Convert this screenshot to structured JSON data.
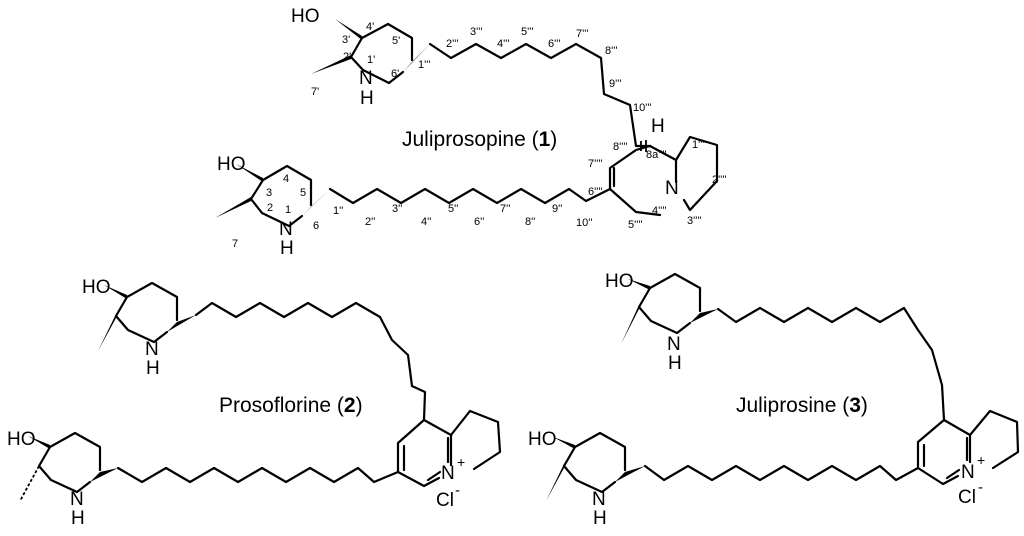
{
  "compounds": [
    {
      "id": "c1",
      "title_prefix": "Juliprosopine (",
      "title_number": "1",
      "title_suffix": ")",
      "atoms": {
        "ho_top": "HO",
        "n_top": "N",
        "h_top": "H",
        "ho_bottom": "HO",
        "n_bottom": "N",
        "h_bottom": "H",
        "n_indolizidine": "N",
        "h_8a": "H"
      },
      "locants_top_piperidine": [
        "3'",
        "4'",
        "5'",
        "2'",
        "1'",
        "6'",
        "7'"
      ],
      "locants_top_chain": [
        "1'''",
        "2'''",
        "3'''",
        "4'''",
        "5'''",
        "6'''",
        "7'''",
        "8'''",
        "9'''",
        "10'''"
      ],
      "locants_bottom_piperidine": [
        "3",
        "4",
        "5",
        "2",
        "1",
        "6",
        "7"
      ],
      "locants_bottom_chain": [
        "1''",
        "2''",
        "3''",
        "4''",
        "5''",
        "6''",
        "7''",
        "8''",
        "9''",
        "10''"
      ],
      "locants_indolizidine": [
        "8''''",
        "8a''''",
        "1''''",
        "2''''",
        "3''''",
        "4''''",
        "5''''",
        "6''''",
        "7''''"
      ]
    },
    {
      "id": "c2",
      "title_prefix": "Prosoflorine (",
      "title_number": "2",
      "title_suffix": ")",
      "atoms": {
        "ho_top": "HO",
        "n_top": "N",
        "h_top": "H",
        "ho_bottom": "HO",
        "n_bottom": "N",
        "h_bottom": "H",
        "n_plus": "N",
        "charge_plus": "+",
        "chloride": "Cl",
        "charge_minus": "-"
      }
    },
    {
      "id": "c3",
      "title_prefix": "Juliprosine (",
      "title_number": "3",
      "title_suffix": ")",
      "atoms": {
        "ho_top": "HO",
        "n_top": "N",
        "h_top": "H",
        "ho_bottom": "HO",
        "n_bottom": "N",
        "h_bottom": "H",
        "n_plus": "N",
        "charge_plus": "+",
        "chloride": "Cl",
        "charge_minus": "-"
      }
    }
  ]
}
